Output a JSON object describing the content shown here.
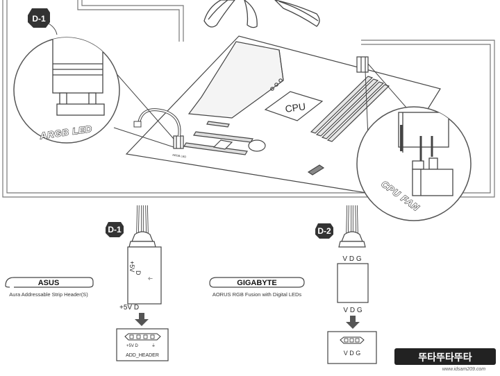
{
  "top_section": {
    "badge_d1": "D-1",
    "argb_label": "ARGB LED",
    "cpu_fan_label": "CPU FAN",
    "cpu_chip_label": "CPU",
    "board_small_label": "ARGB LED"
  },
  "asus": {
    "brand": "ASUS",
    "description": "Aura Addressable Strip Header(S)",
    "badge": "D-1",
    "connector_pin1": "+5V",
    "connector_pin2": "D",
    "bottom_pins": "+5V D",
    "header_pins": "+5V D",
    "header_name": "ADD_HEADER"
  },
  "gigabyte": {
    "brand": "GIGABYTE",
    "description": "AORUS RGB Fusion with Digital LEDs",
    "badge": "D-2",
    "top_pins": "V D G",
    "bottom_pins": "V D G",
    "header_pins": "V D G"
  },
  "watermark": {
    "title": "뚜타뚜타뚜타",
    "url": "www.idsam209.com"
  }
}
